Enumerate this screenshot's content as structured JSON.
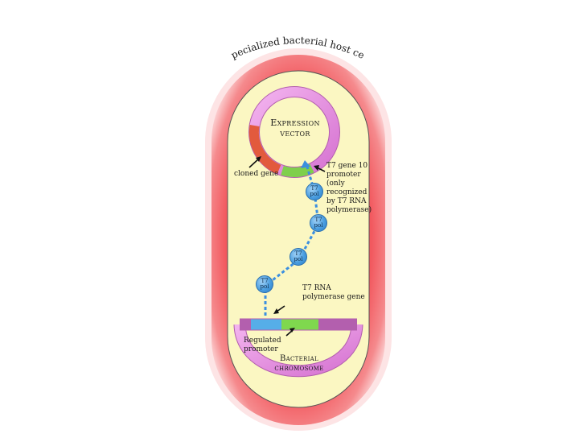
{
  "diagram": {
    "title": "Specialized bacterial host cell",
    "expression_vector_label": [
      "Expression",
      "vector"
    ],
    "cloned_gene_label": "cloned gene",
    "t7_promoter_label": [
      "T7 gene 10",
      "promoter",
      "(only",
      "recognized",
      "by T7 RNA",
      "polymerase)"
    ],
    "t7_pol_label": [
      "T7",
      "pol"
    ],
    "t7_rna_polymerase_gene_label": [
      "T7 RNA",
      "polymerase gene"
    ],
    "regulated_promoter_label": [
      "Regulated",
      "promoter"
    ],
    "bacterial_chromosome_label": [
      "Bacterial",
      "chromosome"
    ],
    "colors": {
      "cell_wall": "#f07a7a",
      "cytoplasm": "#fbf6c0",
      "plasmid": "#e58ee0",
      "cloned_gene": "#e0523a",
      "promoter": "#7ed24a",
      "t7_pol": "#4a9ee0",
      "regulated_promoter": "#4aa6e8",
      "dashed_path": "#3b8fe0"
    }
  }
}
